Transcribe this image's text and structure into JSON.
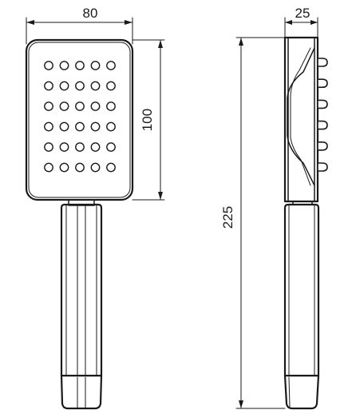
{
  "dimensions": {
    "head_width": "80",
    "head_height": "100",
    "total_length": "225",
    "thickness": "25"
  },
  "front_view": {
    "nozzle_rows": 6,
    "nozzle_cols": 5
  },
  "side_view": {
    "nozzle_count": 6
  },
  "colors": {
    "line": "#1a1a1a",
    "background": "#ffffff"
  }
}
